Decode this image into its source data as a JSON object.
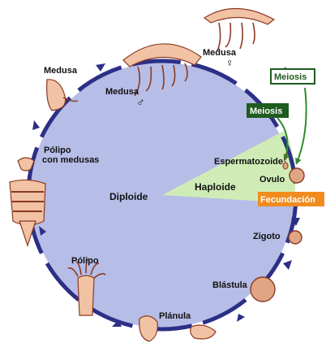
{
  "labels": {
    "medusa_left": "Medusa",
    "medusa_male_name": "Medusa",
    "male_symbol": "♂",
    "medusa_female_name": "Medusa",
    "female_symbol": "♀",
    "polipo_medusas_line1": "Pólipo",
    "polipo_medusas_line2": "con medusas",
    "diploide": "Diploide",
    "haploide": "Haploide",
    "espermatozoide": "Espermatozoide",
    "ovulo": "Ovulo",
    "zigoto": "Zigoto",
    "blastula": "Blástula",
    "planula": "Plánula",
    "polipo": "Pólipo"
  },
  "badges": {
    "meiosis_top": "Meiosis",
    "meiosis_mid": "Meiosis",
    "fecundacion": "Fecundación"
  },
  "colors": {
    "diploid_fill": "#b6bde6",
    "haploid_fill": "#cfecb6",
    "cycle_arrow": "#2c2f86",
    "meiosis_bg": "#1f5c1f",
    "meiosis_arrow": "#2e8b2e",
    "fecundacion_bg": "#f08c1e",
    "organism_fill": "#f2c2a4",
    "organism_stroke": "#8a3a22"
  }
}
